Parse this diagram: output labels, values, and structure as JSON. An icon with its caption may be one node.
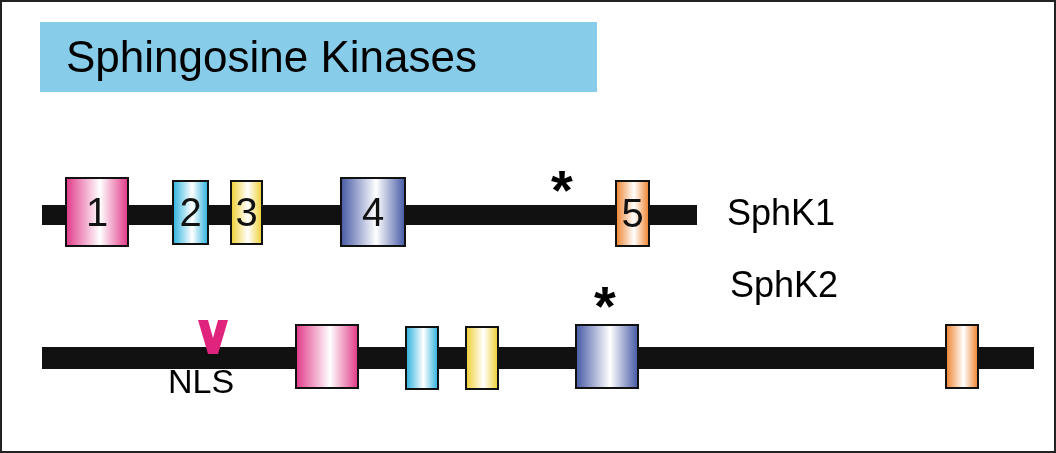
{
  "diagram": {
    "title": "Sphingosine Kinases",
    "nodes": [
      {
        "text": [],
        "shape": "bar",
        "beside": [
          "SphK1"
        ]
      },
      {
        "text": [
          "1"
        ]
      },
      {
        "text": [
          "2"
        ]
      },
      {
        "text": [
          "3"
        ]
      },
      {
        "text": [
          "4"
        ]
      },
      {
        "text": [
          "5"
        ]
      },
      {
        "text": [],
        "shape": "bar",
        "beside": [
          "SphK2"
        ]
      },
      {
        "text": [],
        "shape": "box"
      },
      {
        "text": [],
        "shape": "box"
      },
      {
        "text": [],
        "shape": "box"
      },
      {
        "text": [],
        "shape": "box"
      },
      {
        "text": [],
        "shape": "box"
      }
    ],
    "labels": [
      "*",
      "*",
      "NLS"
    ]
  }
}
